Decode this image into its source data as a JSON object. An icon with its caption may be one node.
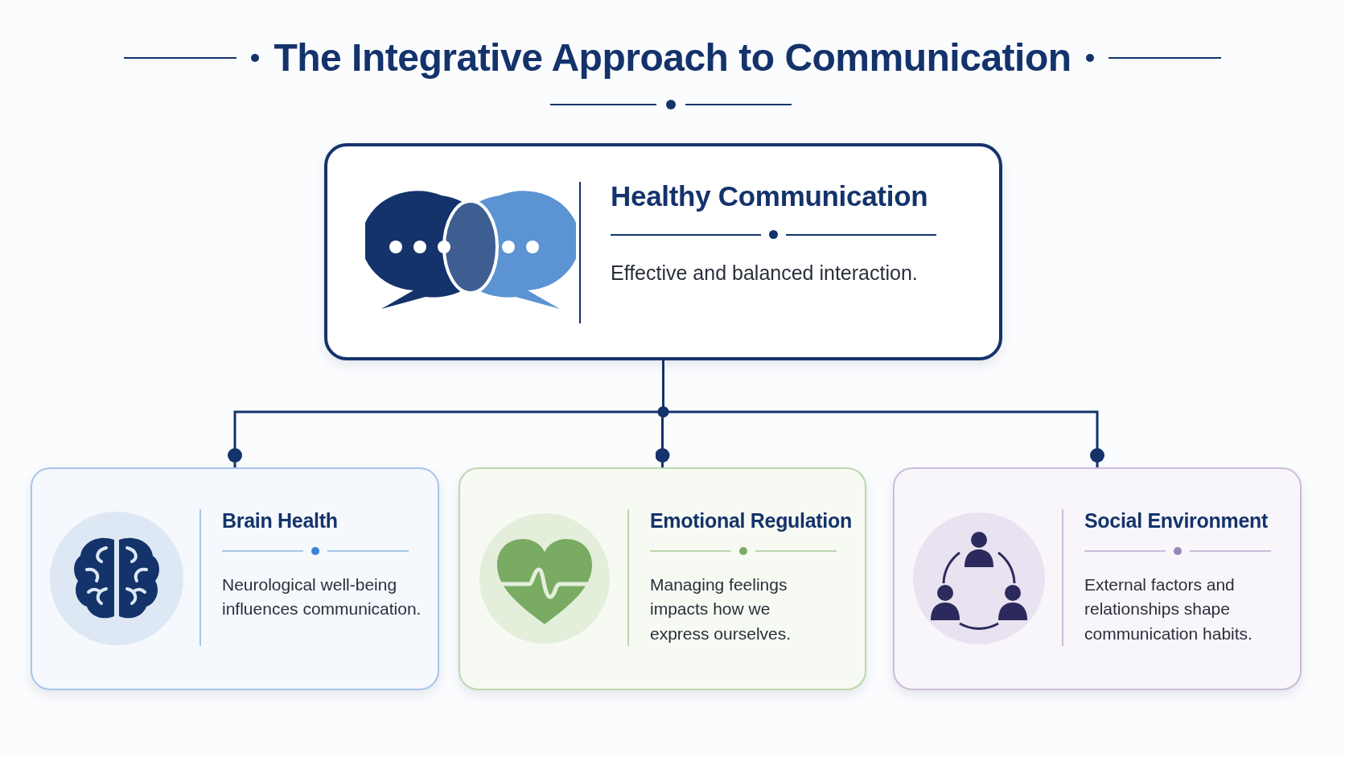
{
  "diagram": {
    "title": "The Integrative Approach to Communication",
    "nodes": [
      {
        "text": [
          "Healthy Communication",
          "Effective and balanced interaction."
        ]
      },
      {
        "text": [
          "Brain Health",
          "Neurological well-being influences communication."
        ]
      },
      {
        "text": [
          "Emotional Regulation",
          "Managing feelings impacts how we express ourselves."
        ]
      },
      {
        "text": [
          "Social Environment",
          "External factors and relationships shape communication habits."
        ]
      }
    ],
    "edges": [
      {
        "from": 0,
        "to": 1,
        "arrow": "other"
      },
      {
        "from": 0,
        "to": 2,
        "arrow": "other"
      },
      {
        "from": 0,
        "to": 3,
        "arrow": "other"
      }
    ]
  }
}
